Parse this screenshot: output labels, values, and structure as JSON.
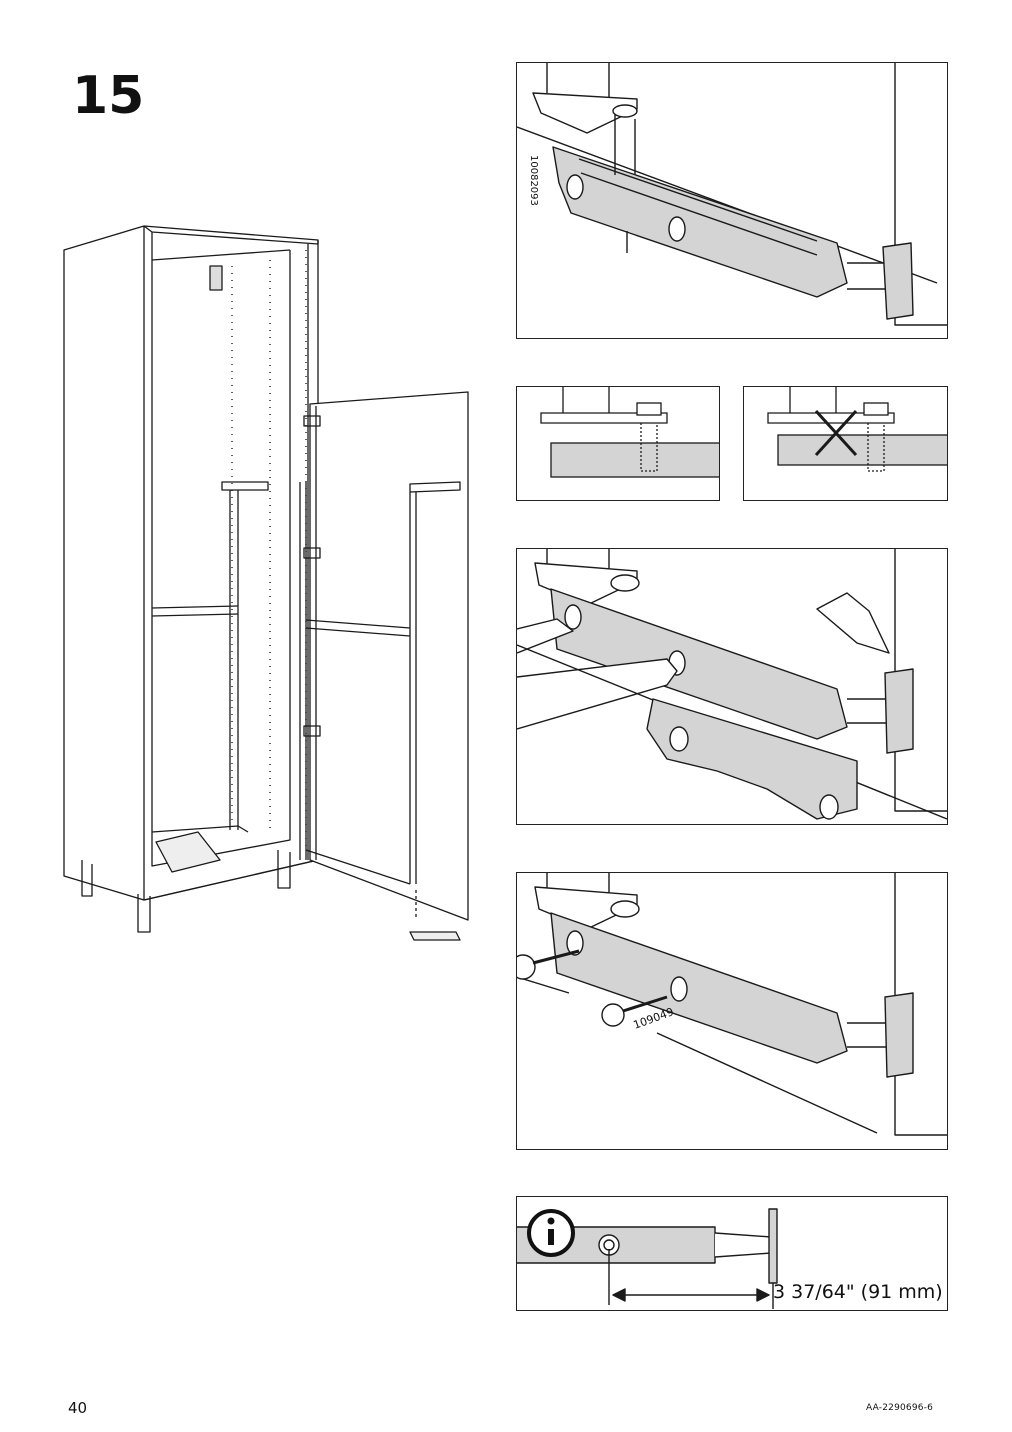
{
  "step": {
    "number": "15"
  },
  "panel1": {
    "part_code": "10082093"
  },
  "panel4": {
    "screw_code": "109049"
  },
  "info": {
    "icon": "info-icon",
    "dimension": "3 37/64\" (91 mm)"
  },
  "footer": {
    "page_number": "40",
    "doc_code": "AA-2290696-6"
  },
  "colors": {
    "part_fill": "#d4d4d4",
    "line": "#1a1a1a",
    "background": "#ffffff"
  }
}
